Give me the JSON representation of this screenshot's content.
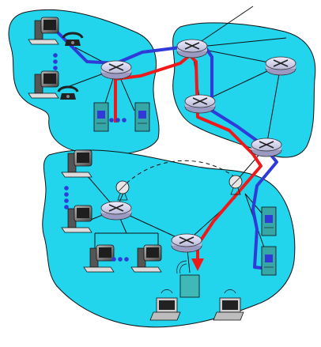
{
  "diagram": {
    "type": "network-topology",
    "colors": {
      "region_fill": "#22d4ec",
      "region_stroke": "#111111",
      "router_fill": "#dcdcf2",
      "path_blue": "#2f3ad8",
      "path_red": "#f01818",
      "monitor_fill": "#7a7a7a",
      "server_fill": "#37a6a6",
      "access_point_fill": "#40b8b8"
    },
    "regions": [
      "home-network",
      "isp-network",
      "enterprise-network"
    ],
    "routers": [
      "router-home",
      "router-isp-top",
      "router-isp-right",
      "router-isp-mid",
      "router-isp-low",
      "router-ent-left",
      "router-ent-center"
    ],
    "hosts": {
      "desktops": 6,
      "telephones": 2,
      "servers": 4,
      "laptops": 2,
      "access_points": 1,
      "satellite_dishes": 2
    },
    "paths": [
      {
        "name": "blue",
        "color": "#2f3ad8"
      },
      {
        "name": "red",
        "color": "#f01818"
      }
    ]
  }
}
